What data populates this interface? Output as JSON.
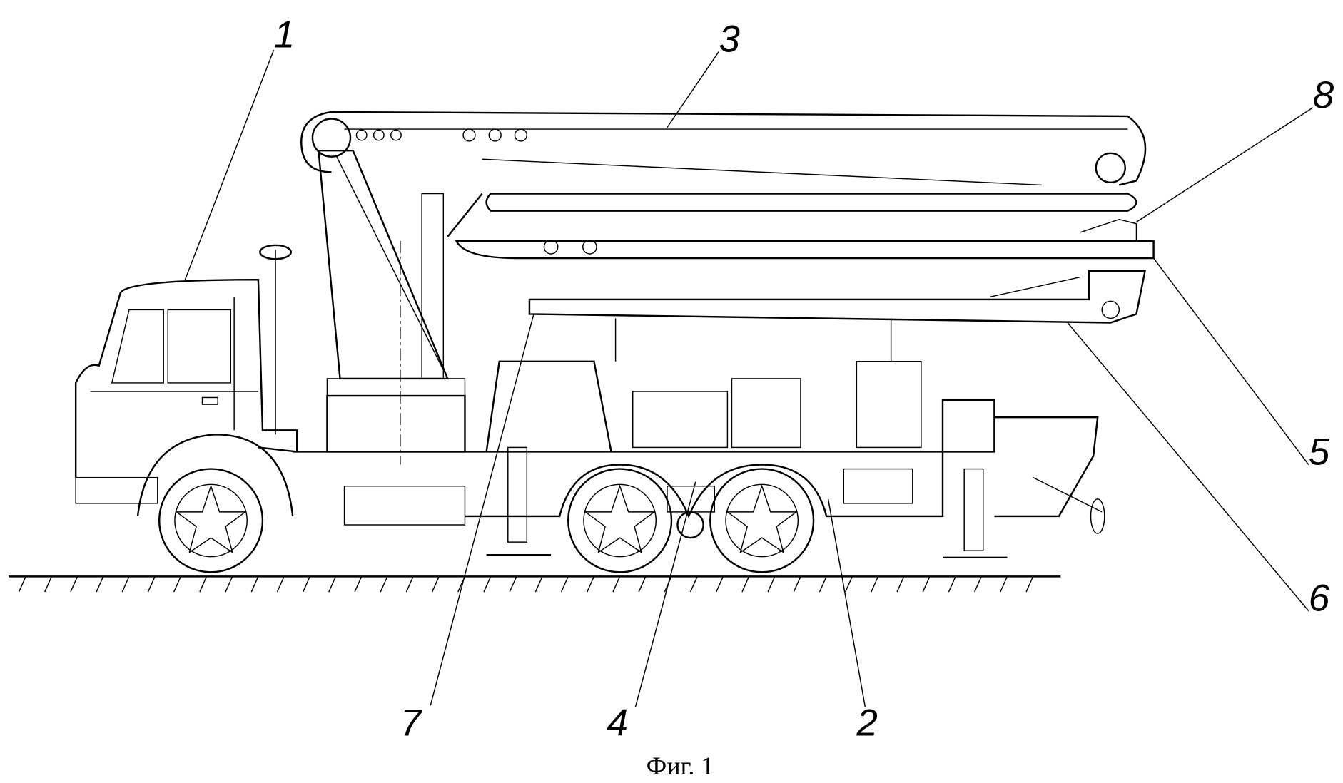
{
  "figure": {
    "caption": "Фиг. 1",
    "labels": [
      "1",
      "2",
      "3",
      "4",
      "5",
      "6",
      "7",
      "8"
    ]
  }
}
